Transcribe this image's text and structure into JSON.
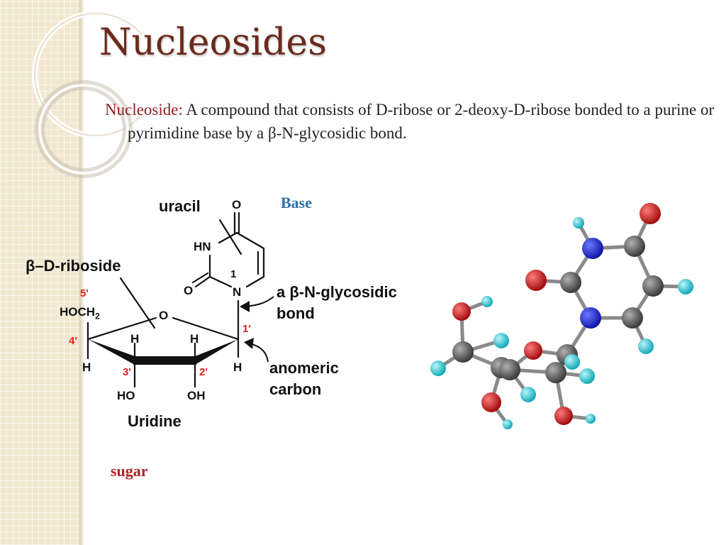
{
  "slide": {
    "title": "Nucleosides",
    "definition": {
      "term": "Nucleoside:",
      "text": "A compound that consists of D-ribose or  2-deoxy-D-ribose bonded to a purine or pyrimidine base by a β-N-glycosidic bond."
    },
    "labels": {
      "base": "Base",
      "sugar": "sugar"
    }
  },
  "diagram": {
    "uracil_label": "uracil",
    "riboside_label": "β–D-riboside",
    "glycosidic_line1": "a β-N-glycosidic",
    "glycosidic_line2": "bond",
    "anomeric_line1": "anomeric",
    "anomeric_line2": "carbon",
    "name": "Uridine",
    "atoms": {
      "o_top": "O",
      "hn": "HN",
      "o_left": "O",
      "n1": "N",
      "ring_o": "O",
      "hoch2": "HOCH",
      "hoch2_sub": "2",
      "h_c4": "H",
      "h_c3": "H",
      "h_c2": "H",
      "h_c1": "H",
      "ho": "HO",
      "oh": "OH",
      "pos1": "1"
    },
    "numbers": {
      "c5": "5'",
      "c4": "4'",
      "c3": "3'",
      "c2": "2'",
      "c1": "1'"
    }
  },
  "colors": {
    "title": "#6b2a1c",
    "term": "#8b2020",
    "base_label": "#2f6fa8",
    "sugar_label": "#b22222",
    "atom_carbon": "#5a5a5a",
    "atom_oxygen": "#d81e1e",
    "atom_nitrogen": "#1f2ed6",
    "atom_hydrogen": "#2ad4e0",
    "position_numbers": "#e0201e"
  }
}
